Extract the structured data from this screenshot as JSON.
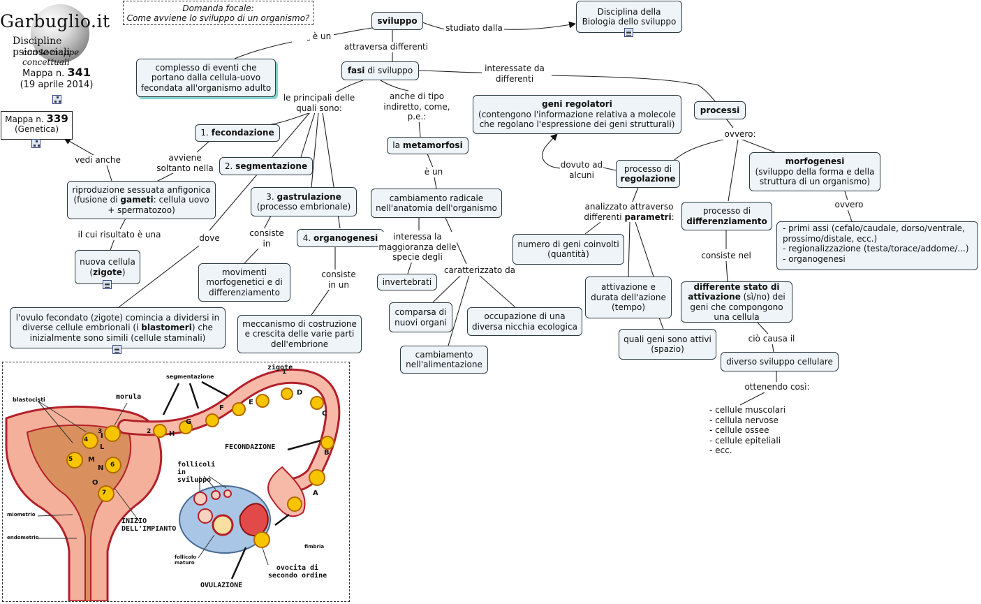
{
  "logo": {
    "title": "Garbuglio.it",
    "subtitle": "Discipline psicosociali",
    "tagline": "con le mappe concettuali"
  },
  "map_info": {
    "label": "Mappa n.",
    "number": "341",
    "date": "(19 aprile 2014)"
  },
  "linked_map": {
    "label": "Mappa n.",
    "number": "339",
    "topic": "(Genetica)"
  },
  "focus": {
    "label": "Domanda focale:",
    "question": "Come avviene lo sviluppo di un organismo?"
  },
  "nodes": {
    "sviluppo": "sviluppo",
    "biologia": "Disciplina della Biologia dello sviluppo",
    "complesso": "complesso di eventi che portano dalla cellula-uovo fecondata all'organismo adulto",
    "fasi_bold": "fasi",
    "fasi_rest": " di sviluppo",
    "processi": "processi",
    "geni_reg_title": "geni regolatori",
    "geni_reg_desc": "(contengono l'informazione relativa a molecole che regolano l'espressione dei geni strutturali)",
    "fecondazione_num": "1. ",
    "fecondazione": "fecondazione",
    "segmentazione_num": "2. ",
    "segmentazione": "segmentazione",
    "gastrulazione_num": "3. ",
    "gastrulazione": "gastrulazione",
    "gastrulazione_desc": "(processo embrionale)",
    "organogenesi_num": "4. ",
    "organogenesi": "organogenesi",
    "metamorfosi_pre": "la ",
    "metamorfosi": "metamorfosi",
    "cambiamento_radicale": "cambiamento radicale nell'anatomia dell'organismo",
    "riproduzione_pre": "riproduzione sessuata anfigonica (fusione di ",
    "gameti": "gameti",
    "riproduzione_post": ": cellula uovo + spermatozoo)",
    "nuova_cellula_pre": "nuova cellula (",
    "zigote": "zigote",
    "nuova_cellula_post": ")",
    "movimenti": "movimenti morfogenetici e di differenziamento",
    "meccanismo": "meccanismo di costruzione e crescita delle varie parti dell'embrione",
    "ovulo_pre": "l'ovulo fecondato (zigote) comincia a dividersi in diverse cellule embrionali (i ",
    "blastomeri": "blastomeri",
    "ovulo_post": ") che inizialmente sono simili (cellule staminali)",
    "invertebrati": "invertebrati",
    "comparsa": "comparsa di nuovi organi",
    "occupazione": "occupazione di una diversa nicchia ecologica",
    "alimentazione": "cambiamento nell'alimentazione",
    "regolazione_pre": "processo di ",
    "regolazione": "regolazione",
    "morfogenesi_title": "morfogenesi",
    "morfogenesi_desc": "(sviluppo della forma e della struttura di un organismo)",
    "differenziamento_pre": "processo di ",
    "differenziamento": "differenziamento",
    "assi_1": "- primi assi (cefalo/caudale, dorso/ventrale, prossimo/distale, ecc.)",
    "assi_2": "- regionalizzazione (testa/torace/addome/...)",
    "assi_3": "- organogenesi",
    "numero_geni": "numero di geni coinvolti (quantità)",
    "attivazione_durata": "attivazione e durata dell'azione (tempo)",
    "quali_geni": "quali geni sono attivi (spazio)",
    "stato_title": "differente stato di attivazione",
    "stato_rest": " (sì/no) dei geni che compongono una cellula",
    "diverso_sviluppo": "diverso sviluppo cellulare"
  },
  "links": {
    "e_un": "è un",
    "studiato_dalla": "studiato dalla",
    "attraversa": "attraversa differenti",
    "interessate": "interessate da differenti",
    "principali": "le principali delle quali sono:",
    "anche_di": "anche di tipo indiretto, come, p.e.:",
    "e_un_2": "è un",
    "avviene": "avviene soltanto nella",
    "vedi_anche": "vedi anche",
    "risultato": "il cui risultato è una",
    "dove": "dove",
    "consiste_in": "consiste in",
    "consiste_in_un": "consiste in un",
    "interessa": "interessa la maggioranza delle specie degli",
    "caratterizzato": "caratterizzato da",
    "ovvero": "ovvero:",
    "ovvero_2": "ovvero",
    "dovuto": "dovuto ad alcuni",
    "analizzato_pre": "analizzato attraverso differenti ",
    "parametri": "parametri",
    "analizzato_post": ":",
    "consiste_nel": "consiste nel",
    "cio_causa": "ciò causa il",
    "ottenendo": "ottenendo così:"
  },
  "cell_types": [
    "- cellule muscolari",
    "- cellula nervose",
    "- cellule ossee",
    "- cellule epiteliali",
    "- ecc."
  ],
  "illustration": {
    "segmentazione": "segmentazione",
    "zigote": "zigote",
    "blastocisti": "blastocisti",
    "morula": "morula",
    "fecondazione": "FECONDAZIONE",
    "follicoli": "follicoli in sviluppo",
    "miometrio": "miometrio",
    "endometrio": "endometrio",
    "inizio_impianto": "INIZIO DELL'IMPIANTO",
    "follicolo_maturo": "follicolo maturo",
    "ovulazione": "OVULAZIONE",
    "ovocita": "ovocita di secondo ordine",
    "fimbria": "fimbria",
    "stage_letters": [
      "A",
      "B",
      "C",
      "D",
      "E",
      "F",
      "G",
      "H",
      "I",
      "L",
      "M",
      "N",
      "O"
    ],
    "stage_numbers": [
      "1",
      "2",
      "3",
      "4",
      "5",
      "6",
      "7"
    ]
  },
  "colors": {
    "node_fill": "#eef4f7",
    "node_border": "#2d3a40",
    "highlight_shadow": "#7fd4cf",
    "tube_fill": "#f7b9a8",
    "tube_border": "#b3202a",
    "ovary_fill": "#a9c6e6"
  }
}
